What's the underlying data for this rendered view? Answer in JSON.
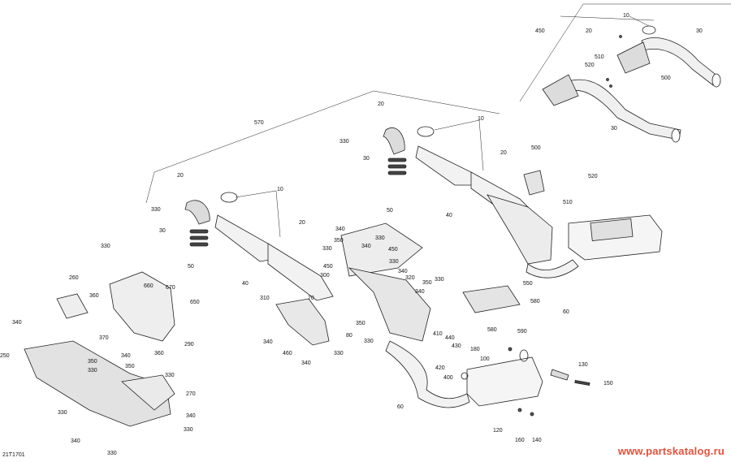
{
  "diagram": {
    "reference": "21T1701",
    "watermark": "www.partskatalog.ru",
    "callouts": [
      {
        "id": "c10a",
        "text": "10"
      },
      {
        "id": "c20a",
        "text": "20"
      },
      {
        "id": "c450a",
        "text": "450"
      },
      {
        "id": "c30a",
        "text": "30"
      },
      {
        "id": "c510a",
        "text": "510"
      },
      {
        "id": "c520a",
        "text": "520"
      },
      {
        "id": "c500a",
        "text": "500"
      },
      {
        "id": "c30b",
        "text": "30"
      },
      {
        "id": "c570",
        "text": "570"
      },
      {
        "id": "c20b",
        "text": "20"
      },
      {
        "id": "c330a",
        "text": "330"
      },
      {
        "id": "c30c",
        "text": "30"
      },
      {
        "id": "c10b",
        "text": "10"
      },
      {
        "id": "c20c",
        "text": "20"
      },
      {
        "id": "c500b",
        "text": "500"
      },
      {
        "id": "c520b",
        "text": "520"
      },
      {
        "id": "c510b",
        "text": "510"
      },
      {
        "id": "c50a",
        "text": "50"
      },
      {
        "id": "c40a",
        "text": "40"
      },
      {
        "id": "c20d",
        "text": "20"
      },
      {
        "id": "c330b",
        "text": "330"
      },
      {
        "id": "c30d",
        "text": "30"
      },
      {
        "id": "c10c",
        "text": "10"
      },
      {
        "id": "c20e",
        "text": "20"
      },
      {
        "id": "c50b",
        "text": "50"
      },
      {
        "id": "c40b",
        "text": "40"
      },
      {
        "id": "c340a",
        "text": "340"
      },
      {
        "id": "c350a",
        "text": "350"
      },
      {
        "id": "c330c",
        "text": "330"
      },
      {
        "id": "c340b",
        "text": "340"
      },
      {
        "id": "c330d",
        "text": "330"
      },
      {
        "id": "c450b",
        "text": "450"
      },
      {
        "id": "c450c",
        "text": "450"
      },
      {
        "id": "c330e",
        "text": "330"
      },
      {
        "id": "c340c",
        "text": "340"
      },
      {
        "id": "c300",
        "text": "300"
      },
      {
        "id": "c320",
        "text": "320"
      },
      {
        "id": "c350b",
        "text": "350"
      },
      {
        "id": "c330f",
        "text": "330"
      },
      {
        "id": "c340d",
        "text": "340"
      },
      {
        "id": "c550",
        "text": "550"
      },
      {
        "id": "c580a",
        "text": "580"
      },
      {
        "id": "c580b",
        "text": "580"
      },
      {
        "id": "c590",
        "text": "590"
      },
      {
        "id": "c60a",
        "text": "60"
      },
      {
        "id": "c330g",
        "text": "330"
      },
      {
        "id": "c260",
        "text": "260"
      },
      {
        "id": "c660",
        "text": "660"
      },
      {
        "id": "c670",
        "text": "670"
      },
      {
        "id": "c650",
        "text": "650"
      },
      {
        "id": "c360a",
        "text": "360"
      },
      {
        "id": "c370",
        "text": "370"
      },
      {
        "id": "c360b",
        "text": "360"
      },
      {
        "id": "c290",
        "text": "290"
      },
      {
        "id": "c340e",
        "text": "340"
      },
      {
        "id": "c310",
        "text": "310"
      },
      {
        "id": "c70",
        "text": "70"
      },
      {
        "id": "c340f",
        "text": "340"
      },
      {
        "id": "c460",
        "text": "460"
      },
      {
        "id": "c340g",
        "text": "340"
      },
      {
        "id": "c330h",
        "text": "330"
      },
      {
        "id": "c80",
        "text": "80"
      },
      {
        "id": "c350c",
        "text": "350"
      },
      {
        "id": "c330i",
        "text": "330"
      },
      {
        "id": "c410",
        "text": "410"
      },
      {
        "id": "c440",
        "text": "440"
      },
      {
        "id": "c430",
        "text": "430"
      },
      {
        "id": "c420",
        "text": "420"
      },
      {
        "id": "c400",
        "text": "400"
      },
      {
        "id": "c180",
        "text": "180"
      },
      {
        "id": "c100",
        "text": "100"
      },
      {
        "id": "c130",
        "text": "130"
      },
      {
        "id": "c150",
        "text": "150"
      },
      {
        "id": "c60b",
        "text": "60"
      },
      {
        "id": "c120",
        "text": "120"
      },
      {
        "id": "c160",
        "text": "160"
      },
      {
        "id": "c140",
        "text": "140"
      },
      {
        "id": "c250",
        "text": "250"
      },
      {
        "id": "c340h",
        "text": "340"
      },
      {
        "id": "c350d",
        "text": "350"
      },
      {
        "id": "c330j",
        "text": "330"
      },
      {
        "id": "c350e",
        "text": "350"
      },
      {
        "id": "c330k",
        "text": "330"
      },
      {
        "id": "c270",
        "text": "270"
      },
      {
        "id": "c330l",
        "text": "330"
      },
      {
        "id": "c340i",
        "text": "340"
      },
      {
        "id": "c340j",
        "text": "340"
      },
      {
        "id": "c330m",
        "text": "330"
      },
      {
        "id": "c330n",
        "text": "330"
      }
    ]
  }
}
